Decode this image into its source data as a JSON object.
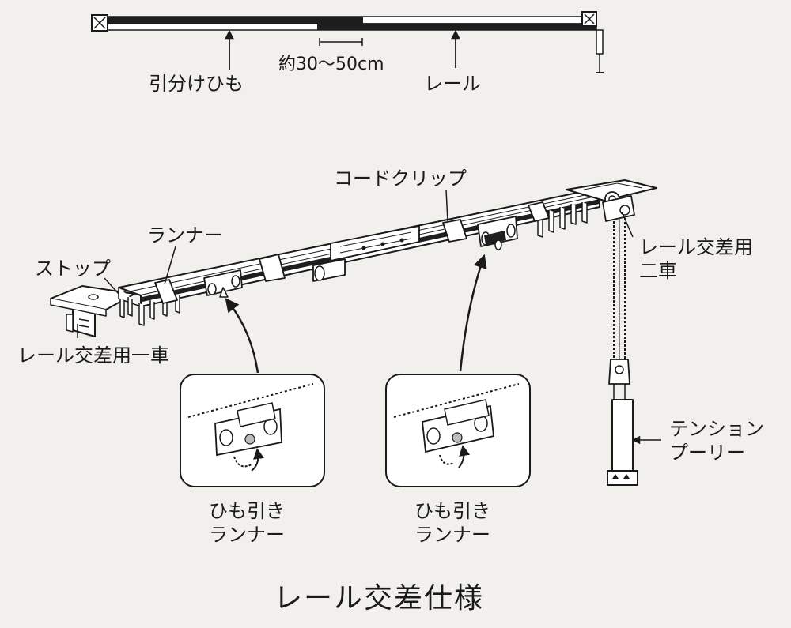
{
  "top_diagram": {
    "pull_cord_label": "引分けひも",
    "overlap_label": "約30〜50cm",
    "rail_label": "レール"
  },
  "main_diagram": {
    "cord_clip_label": "コードクリップ",
    "runner_label": "ランナー",
    "stop_label": "ストップ",
    "rail_cross_unit1_label": "レール交差用一車",
    "rail_cross_unit2_line1": "レール交差用",
    "rail_cross_unit2_line2": "二車",
    "tension_line1": "テンション",
    "tension_line2": "プーリー",
    "left_inset_line1": "ひも引き",
    "left_inset_line2": "ランナー",
    "right_inset_line1": "ひも引き",
    "right_inset_line2": "ランナー"
  },
  "caption": "レール交差仕様",
  "colors": {
    "ink": "#1a1a1a",
    "paper": "#f1f0ec",
    "rail_dark": "#1e1e1e"
  },
  "icons": [
    "arrow-up-icon",
    "arrow-curved-icon",
    "arrow-left-icon"
  ]
}
